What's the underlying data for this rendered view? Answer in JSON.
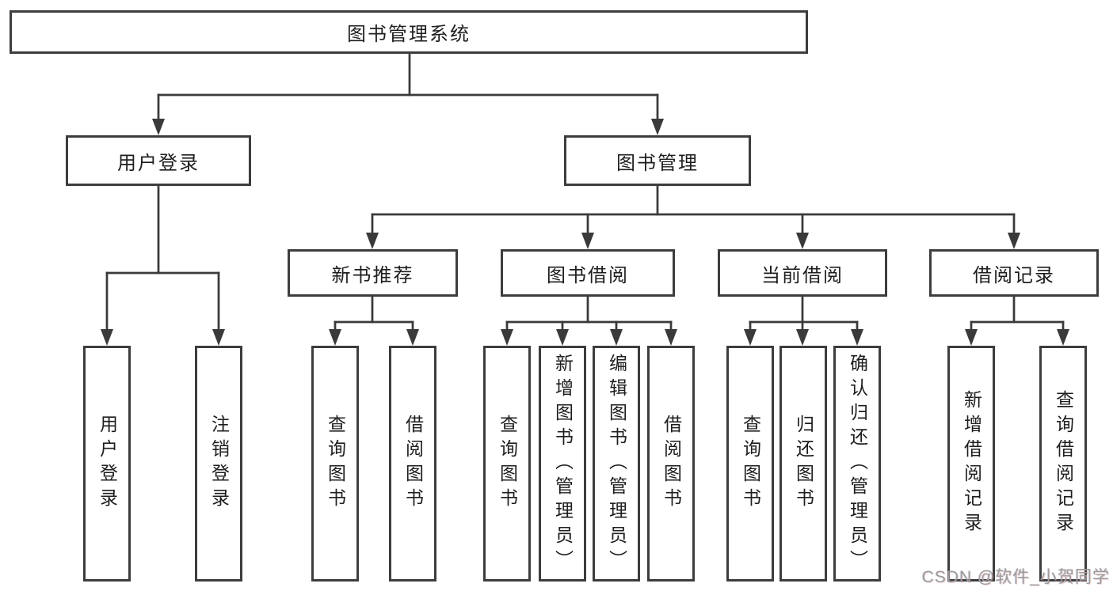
{
  "tree": {
    "label": "图书管理系统",
    "children": [
      {
        "label": "用户登录",
        "children": [
          {
            "label": "用户登录"
          },
          {
            "label": "注销登录"
          }
        ]
      },
      {
        "label": "图书管理",
        "children": [
          {
            "label": "新书推荐",
            "children": [
              {
                "label": "查询图书"
              },
              {
                "label": "借阅图书"
              }
            ]
          },
          {
            "label": "图书借阅",
            "children": [
              {
                "label": "查询图书"
              },
              {
                "label": "新增图书（管理员）"
              },
              {
                "label": "编辑图书（管理员）"
              },
              {
                "label": "借阅图书"
              }
            ]
          },
          {
            "label": "当前借阅",
            "children": [
              {
                "label": "查询图书"
              },
              {
                "label": "归还图书"
              },
              {
                "label": "确认归还（管理员）"
              }
            ]
          },
          {
            "label": "借阅记录",
            "children": [
              {
                "label": "新增借阅记录"
              },
              {
                "label": "查询借阅记录"
              }
            ]
          }
        ]
      }
    ]
  },
  "watermark": {
    "text": "CSDN @软件_小贺同学"
  },
  "colors": {
    "line": "#3a3a3a",
    "box_border": "#3d3d3d",
    "text": "#1e1e1e",
    "background": "#ffffff",
    "watermark": "#9c9c9c"
  }
}
